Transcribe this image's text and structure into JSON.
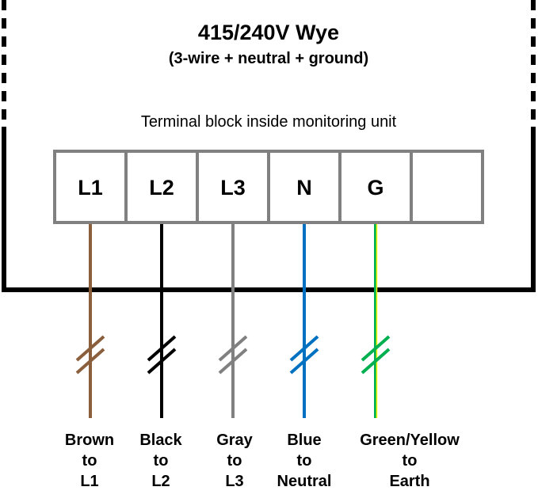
{
  "title": "415/240V Wye",
  "subtitle": "(3-wire + neutral + ground)",
  "caption": "Terminal block inside monitoring unit",
  "terminals": [
    {
      "label": "L1",
      "wire_color": "#8B5E3C",
      "wire_stripe": null,
      "wire_label": [
        "Brown",
        "to",
        "L1"
      ]
    },
    {
      "label": "L2",
      "wire_color": "#000000",
      "wire_stripe": null,
      "wire_label": [
        "Black",
        "to",
        "L2"
      ]
    },
    {
      "label": "L3",
      "wire_color": "#808080",
      "wire_stripe": null,
      "wire_label": [
        "Gray",
        "to",
        "L3"
      ]
    },
    {
      "label": "N",
      "wire_color": "#0070C0",
      "wire_stripe": null,
      "wire_label": [
        "Blue",
        "to",
        "Neutral"
      ]
    },
    {
      "label": "G",
      "wire_color": "#00B050",
      "wire_stripe": "#FFFF00",
      "wire_label": [
        "Green/Yellow",
        "to",
        "Earth"
      ]
    },
    {
      "label": "",
      "wire_color": null,
      "wire_stripe": null,
      "wire_label": []
    }
  ],
  "colors": {
    "enclosure": "#000000",
    "terminal_border": "#808080",
    "text": "#000000"
  }
}
